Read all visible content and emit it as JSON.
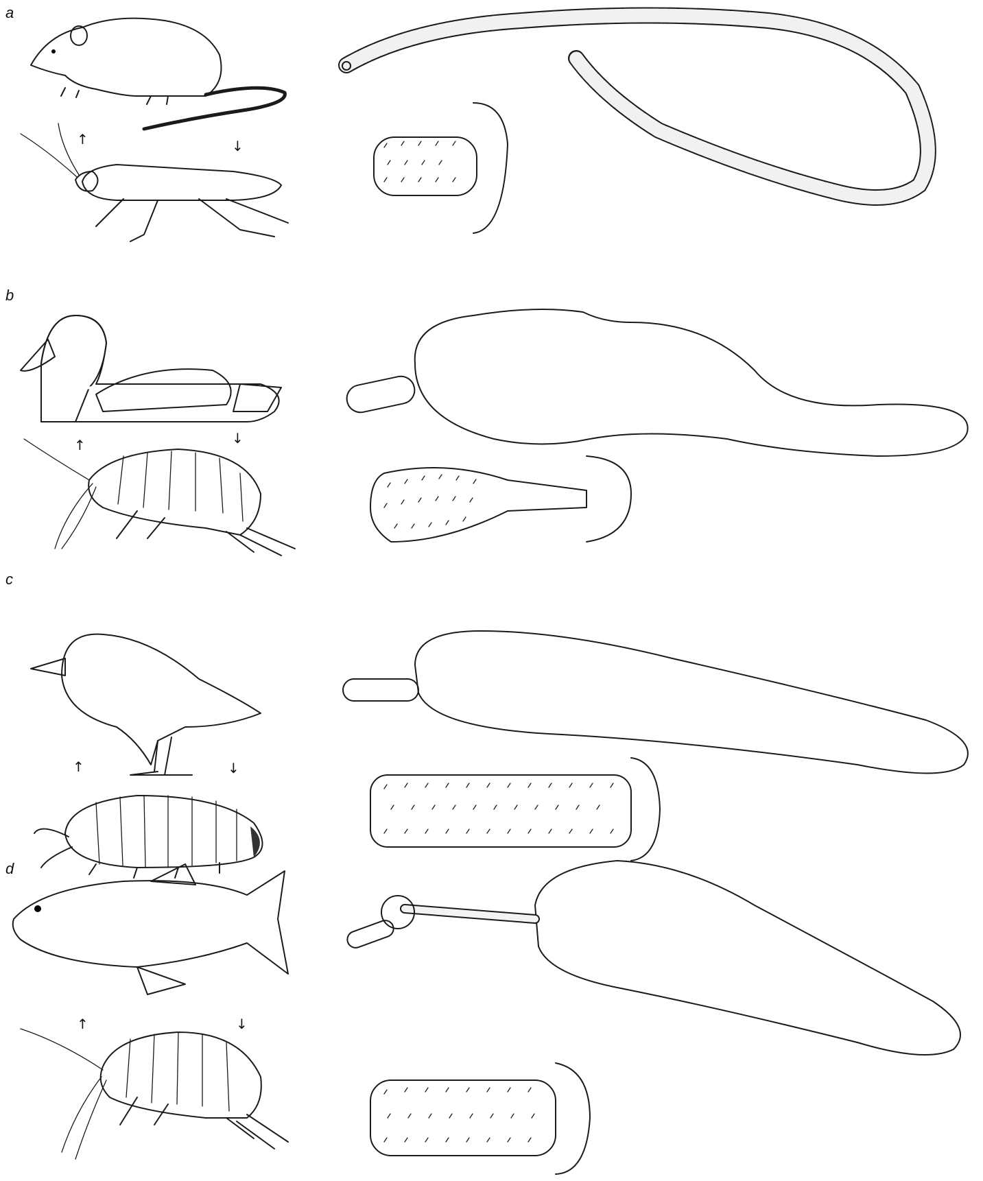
{
  "panels": [
    {
      "letter": "a",
      "host": "rat",
      "intermediate_host": "cockroach",
      "worm": "long-coiled-worm"
    },
    {
      "letter": "b",
      "host": "duck",
      "intermediate_host": "amphipod",
      "worm": "pear-shaped-worm"
    },
    {
      "letter": "c",
      "host": "starling",
      "intermediate_host": "woodlouse",
      "worm": "elongate-worm"
    },
    {
      "letter": "d",
      "host": "trout",
      "intermediate_host": "amphipod",
      "worm": "bulbed-neck-worm"
    }
  ],
  "arrows": {
    "up": "↑",
    "down": "↓"
  },
  "colors": {
    "ink": "#1a1a1a",
    "background": "#ffffff"
  }
}
